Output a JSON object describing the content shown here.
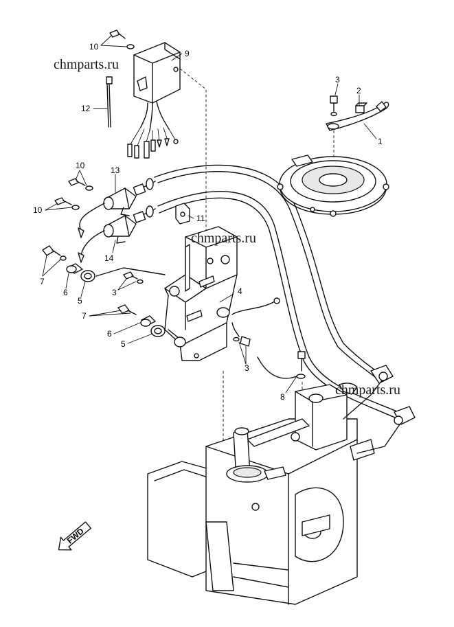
{
  "watermark": {
    "text": "chmparts.ru"
  },
  "callouts": [
    {
      "id": "c10a",
      "text": "10"
    },
    {
      "id": "c9",
      "text": "9"
    },
    {
      "id": "c12",
      "text": "12"
    },
    {
      "id": "c3a",
      "text": "3"
    },
    {
      "id": "c2",
      "text": "2"
    },
    {
      "id": "c1",
      "text": "1"
    },
    {
      "id": "c10b",
      "text": "10"
    },
    {
      "id": "c13",
      "text": "13"
    },
    {
      "id": "c10c",
      "text": "10"
    },
    {
      "id": "c11",
      "text": "11"
    },
    {
      "id": "c14",
      "text": "14"
    },
    {
      "id": "c7a",
      "text": "7"
    },
    {
      "id": "c6a",
      "text": "6"
    },
    {
      "id": "c5a",
      "text": "5"
    },
    {
      "id": "c3b",
      "text": "3"
    },
    {
      "id": "c4",
      "text": "4"
    },
    {
      "id": "c7b",
      "text": "7"
    },
    {
      "id": "c6b",
      "text": "6"
    },
    {
      "id": "c5b",
      "text": "5"
    },
    {
      "id": "c3c",
      "text": "3"
    },
    {
      "id": "c8",
      "text": "8"
    }
  ],
  "fwd_badge": {
    "text": "FWD"
  }
}
